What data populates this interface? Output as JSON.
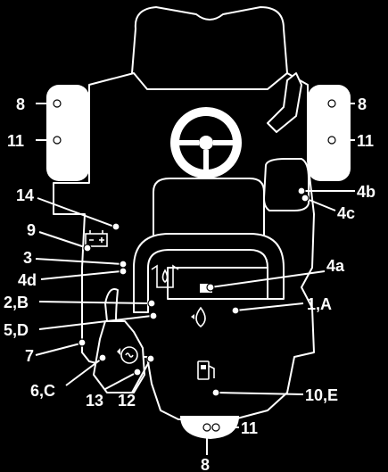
{
  "labels": {
    "wheel_front_left_8": "8",
    "wheel_front_left_11": "11",
    "wheel_front_right_8": "8",
    "wheel_front_right_11": "11",
    "l14": "14",
    "l9": "9",
    "l3": "3",
    "l4d": "4d",
    "l2b": "2,B",
    "l5d": "5,D",
    "l7": "7",
    "l6c": "6,C",
    "l13": "13",
    "l12": "12",
    "l4b": "4b",
    "l4c": "4c",
    "l4a": "4a",
    "l1a": "1,A",
    "l10e": "10,E",
    "rear_11": "11",
    "rear_8": "8"
  },
  "colors": {
    "background": "#000000",
    "foreground": "#ffffff"
  },
  "icons": [
    "battery-icon",
    "oil-can-icon",
    "coolant-drop-icon",
    "fuel-pump-icon",
    "hydraulic-reservoir-icon",
    "steering-wheel-icon"
  ]
}
